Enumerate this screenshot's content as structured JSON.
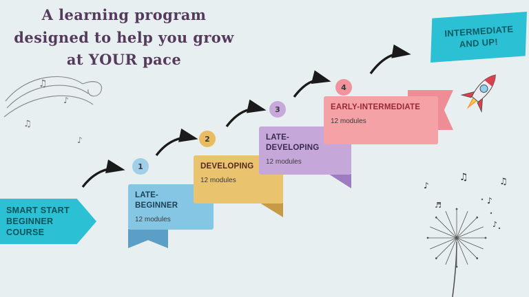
{
  "background": "#e8eff0",
  "title": {
    "lines": [
      "A learning program",
      "designed to help you grow",
      "at YOUR pace"
    ],
    "color": "#543a5c"
  },
  "banner_top_right": {
    "lines": [
      "INTERMEDIATE",
      "AND UP!"
    ],
    "bg": "#2bc0d4",
    "text_color": "#0a5a60"
  },
  "banner_bottom_left": {
    "lines": [
      "SMART START",
      "BEGINNER",
      "COURSE"
    ],
    "bg": "#2bc0d4",
    "text_color": "#075159"
  },
  "steps": [
    {
      "number": "1",
      "label": "LATE-BEGINNER",
      "modules": "12 modules",
      "bg": "#84c6e4",
      "fold": "#5b9fc7",
      "badge_bg": "#9fd0e8",
      "label_color": "#1d3f55"
    },
    {
      "number": "2",
      "label": "DEVELOPING",
      "modules": "12 modules",
      "bg": "#eac36e",
      "fold": "#c79b45",
      "badge_bg": "#e9bc62",
      "label_color": "#542a1c"
    },
    {
      "number": "3",
      "label": "LATE-DEVELOPING",
      "modules": "12 modules",
      "bg": "#c5a8d9",
      "fold": "#9d7cc0",
      "badge_bg": "#c7a9db",
      "label_color": "#3a2a50"
    },
    {
      "number": "4",
      "label": "EARLY-INTERMEDIATE",
      "modules": "12 modules",
      "bg": "#f4a2a6",
      "fold": "#ee8d96",
      "badge_bg": "#f0939c",
      "label_color": "#9c2737"
    }
  ],
  "icons": {
    "note_a": "♪",
    "note_b": "♫",
    "note_c": "♬",
    "arrow_color": "#1a1a1a"
  }
}
